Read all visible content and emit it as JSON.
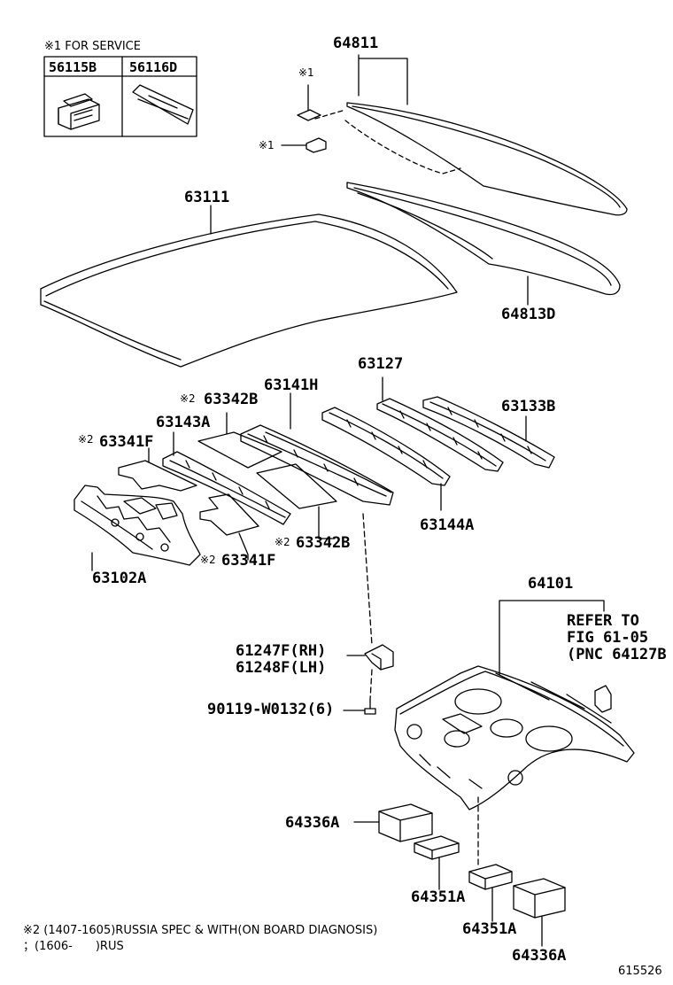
{
  "service_box": {
    "header": "※1 FOR SERVICE",
    "left_part": "56115B",
    "right_part": "56116D"
  },
  "markers": {
    "mark1": "※1",
    "mark1b": "※1",
    "mark2a": "※2",
    "mark2b": "※2",
    "mark2c": "※2",
    "mark2d": "※2"
  },
  "parts": {
    "p64811": "64811",
    "p63111": "63111",
    "p64813D": "64813D",
    "p63127": "63127",
    "p63133B": "63133B",
    "p63141H": "63141H",
    "p63342B_top": "63342B",
    "p63143A": "63143A",
    "p63341F_top": "63341F",
    "p63144A": "63144A",
    "p63342B_bottom": "63342B",
    "p63341F_bottom": "63341F",
    "p63102A": "63102A",
    "p64101": "64101",
    "p61247F": "61247F(RH)",
    "p61248F": "61248F(LH)",
    "p90119": "90119-W0132(6)",
    "p64336A_top": "64336A",
    "p64351A_left": "64351A",
    "p64351A_right": "64351A",
    "p64336A_bottom": "64336A"
  },
  "refer": {
    "line1": "REFER TO",
    "line2": "FIG 61-05",
    "line3": "(PNC 64127B"
  },
  "footnote": {
    "line1": "※2 (1407-1605)RUSSIA SPEC & WITH(ON BOARD DIAGNOSIS)",
    "line2": "；(1606-　　)RUS"
  },
  "figure_id": "615526"
}
